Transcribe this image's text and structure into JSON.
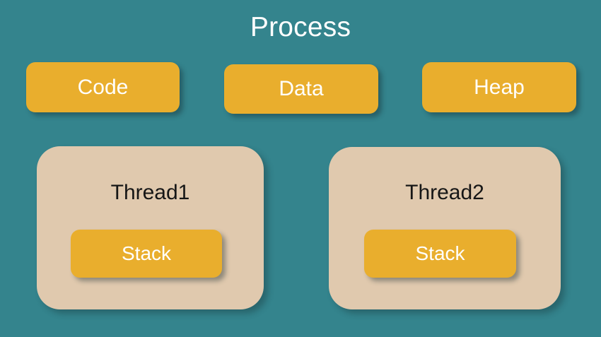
{
  "diagram": {
    "title": "Process",
    "background_color": "#34848d",
    "segment_color": "#e9ae2d",
    "thread_color": "#e0c9ae",
    "title_color": "#ffffff",
    "segments": [
      {
        "label": "Code"
      },
      {
        "label": "Data"
      },
      {
        "label": "Heap"
      }
    ],
    "threads": [
      {
        "label": "Thread1",
        "stack_label": "Stack"
      },
      {
        "label": "Thread2",
        "stack_label": "Stack"
      }
    ]
  }
}
